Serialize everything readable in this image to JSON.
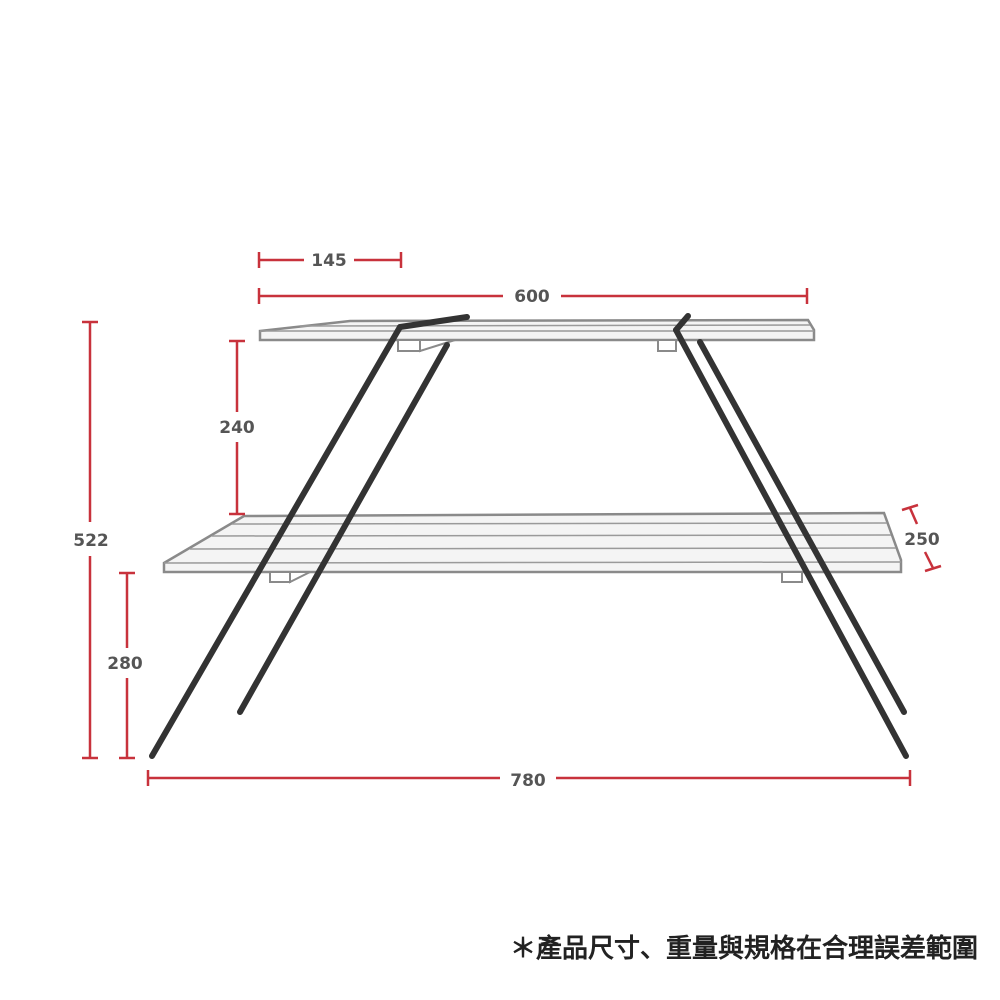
{
  "dimensions": {
    "top_offset": "145",
    "top_width": "600",
    "tier_gap": "240",
    "total_height": "522",
    "lower_height": "280",
    "base_width": "780",
    "shelf_depth": "250"
  },
  "note": "＊產品尺寸、重量與規格在合理誤差範圍",
  "colors": {
    "dimension_line": "#c8323c",
    "frame": "#333333",
    "shelf_edge": "#8a8a8a",
    "shelf_fill": "#ffffff",
    "label": "#555555"
  }
}
